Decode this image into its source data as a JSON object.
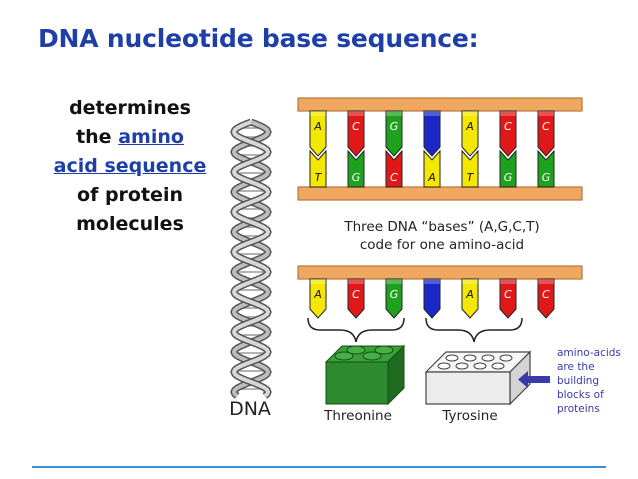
{
  "title": "DNA nucleotide base sequence:",
  "side_text": {
    "line1": "determines",
    "line2_prefix": "the ",
    "link_part1": "amino",
    "link_part2": "acid sequence",
    "line4": "of protein",
    "line5": "molecules"
  },
  "figure": {
    "dna_label": "DNA",
    "caption_line1": "Three DNA “bases” (A,G,C,T)",
    "caption_line2": "code for one amino-acid",
    "top_strand_bases": [
      "A",
      "C",
      "G",
      "",
      "A",
      "C",
      "C"
    ],
    "bottom_strand_bases": [
      "T",
      "G",
      "C",
      "A",
      "T",
      "G",
      "G"
    ],
    "row2_bases": [
      "A",
      "C",
      "G",
      "",
      "A",
      "C",
      "C"
    ],
    "amino_left": "Threonine",
    "amino_right": "Tyrosine",
    "note_lines": [
      "amino-acids",
      "are the",
      "building",
      "blocks of",
      "proteins"
    ]
  },
  "colors": {
    "title": "#1f3fa8",
    "link": "#1f3fa8",
    "rule": "#3c8fd6",
    "rail": "#f0a860",
    "yellow": "#f5e800",
    "red": "#e01818",
    "green": "#1ea21e",
    "blue": "#1a28c8",
    "lego_green": "#2e8a2e",
    "note": "#3a3aa8"
  }
}
